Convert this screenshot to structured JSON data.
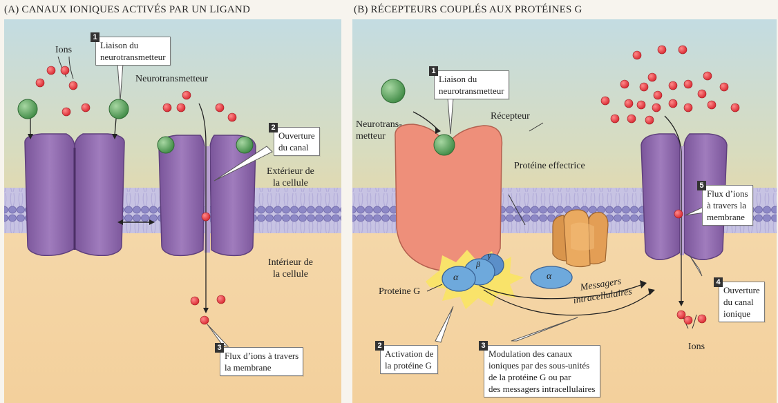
{
  "panel_a": {
    "title": "(A)  CANAUX IONIQUES ACTIVÉS PAR UN LIGAND",
    "labels": {
      "ions": "Ions",
      "neurotransmitter": "Neurotransmetteur",
      "outside": "Extérieur de\nla cellule",
      "inside": "Intérieur de\nla cellule"
    },
    "callouts": [
      {
        "num": "1",
        "text": "Liaison du\nneurotransmetteur"
      },
      {
        "num": "2",
        "text": "Ouverture\ndu canal"
      },
      {
        "num": "3",
        "text": "Flux d’ions à travers\nla membrane"
      }
    ]
  },
  "panel_b": {
    "title": "(B)  RÉCEPTEURS COUPLÉS AUX PROTÉINES G",
    "labels": {
      "neurotransmitter": "Neurotrans-\nmetteur",
      "receptor": "Récepteur",
      "effector": "Protéine effectrice",
      "g_protein": "Proteine G",
      "messengers": "Messagers\nintracellulaires",
      "ions": "Ions",
      "alpha": "α",
      "beta": "β",
      "gamma": "γ"
    },
    "callouts": [
      {
        "num": "1",
        "text": "Liaison du\nneurotransmetteur"
      },
      {
        "num": "2",
        "text": "Activation de\nla protéine G"
      },
      {
        "num": "3",
        "text": "Modulation des canaux\nioniques par des sous-unités\nde la protéine G ou par\ndes messagers intracellulaires"
      },
      {
        "num": "4",
        "text": "Ouverture\ndu canal\nionique"
      },
      {
        "num": "5",
        "text": "Flux d’ions\nà travers la\nmembrane"
      }
    ]
  },
  "colors": {
    "sky_top": "#c9dfe3",
    "sky_bottom": "#ddd7b4",
    "cytoplasm": "#f6d7a8",
    "membrane": "#9a93cc",
    "channel": "#8a66a6",
    "receptor": "#ef8f7b",
    "effector": "#e7a75c",
    "g_alpha": "#6ea9dc",
    "ion": "#e0343b",
    "neurotransmitter": "#4f9a52"
  }
}
